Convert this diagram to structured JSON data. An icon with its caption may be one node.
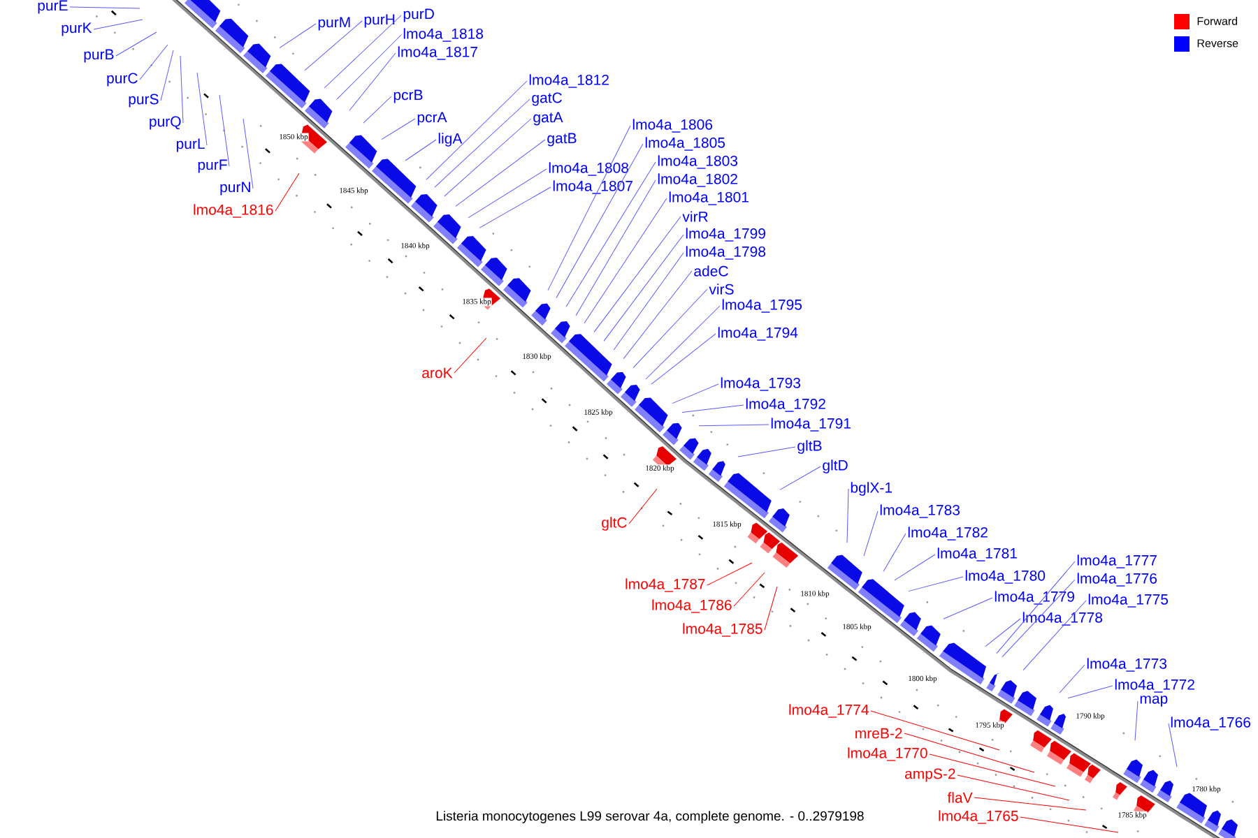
{
  "diagram": {
    "caption": "Listeria monocytogenes L99 serovar 4a, complete genome. - 0..2979198",
    "nodes": [
      {
        "text": [
          "purE"
        ]
      },
      {
        "text": [
          "purK"
        ]
      },
      {
        "text": [
          "purB"
        ]
      },
      {
        "text": [
          "purC"
        ]
      },
      {
        "text": [
          "purS"
        ]
      },
      {
        "text": [
          "purQ"
        ]
      },
      {
        "text": [
          "purL"
        ]
      },
      {
        "text": [
          "purF"
        ]
      },
      {
        "text": [
          "purN"
        ]
      },
      {
        "text": [
          "lmo4a_1816"
        ]
      },
      {
        "text": [
          "purM"
        ]
      },
      {
        "text": [
          "purH"
        ]
      },
      {
        "text": [
          "purD"
        ]
      },
      {
        "text": [
          "lmo4a_1818"
        ]
      },
      {
        "text": [
          "lmo4a_1817"
        ]
      },
      {
        "text": [
          "pcrB"
        ]
      },
      {
        "text": [
          "pcrA"
        ]
      },
      {
        "text": [
          "ligA"
        ]
      },
      {
        "text": [
          "lmo4a_1812"
        ]
      },
      {
        "text": [
          "gatC"
        ]
      },
      {
        "text": [
          "gatA"
        ]
      },
      {
        "text": [
          "gatB"
        ]
      },
      {
        "text": [
          "lmo4a_1808"
        ]
      },
      {
        "text": [
          "lmo4a_1807"
        ]
      },
      {
        "text": [
          "lmo4a_1806"
        ]
      },
      {
        "text": [
          "lmo4a_1805"
        ]
      },
      {
        "text": [
          "lmo4a_1803"
        ]
      },
      {
        "text": [
          "lmo4a_1802"
        ]
      },
      {
        "text": [
          "lmo4a_1801"
        ]
      },
      {
        "text": [
          "virR"
        ]
      },
      {
        "text": [
          "lmo4a_1799"
        ]
      },
      {
        "text": [
          "lmo4a_1798"
        ]
      },
      {
        "text": [
          "adeC"
        ]
      },
      {
        "text": [
          "virS"
        ]
      },
      {
        "text": [
          "lmo4a_1795"
        ]
      },
      {
        "text": [
          "lmo4a_1794"
        ]
      },
      {
        "text": [
          "lmo4a_1793"
        ]
      },
      {
        "text": [
          "lmo4a_1792"
        ]
      },
      {
        "text": [
          "lmo4a_1791"
        ]
      },
      {
        "text": [
          "gltB"
        ]
      },
      {
        "text": [
          "gltD"
        ]
      },
      {
        "text": [
          "bglX-1"
        ]
      },
      {
        "text": [
          "lmo4a_1783"
        ]
      },
      {
        "text": [
          "lmo4a_1782"
        ]
      },
      {
        "text": [
          "lmo4a_1781"
        ]
      },
      {
        "text": [
          "lmo4a_1780"
        ]
      },
      {
        "text": [
          "lmo4a_1779"
        ]
      },
      {
        "text": [
          "lmo4a_1778"
        ]
      },
      {
        "text": [
          "lmo4a_1777"
        ]
      },
      {
        "text": [
          "lmo4a_1776"
        ]
      },
      {
        "text": [
          "lmo4a_1775"
        ]
      },
      {
        "text": [
          "lmo4a_1773"
        ]
      },
      {
        "text": [
          "lmo4a_1772"
        ]
      },
      {
        "text": [
          "map"
        ]
      },
      {
        "text": [
          "lmo4a_1766"
        ]
      },
      {
        "text": [
          "aroK"
        ]
      },
      {
        "text": [
          "gltC"
        ]
      },
      {
        "text": [
          "lmo4a_1787"
        ]
      },
      {
        "text": [
          "lmo4a_1786"
        ]
      },
      {
        "text": [
          "lmo4a_1785"
        ]
      },
      {
        "text": [
          "lmo4a_1774"
        ]
      },
      {
        "text": [
          "mreB-2"
        ]
      },
      {
        "text": [
          "lmo4a_1770"
        ]
      },
      {
        "text": [
          "ampS-2"
        ]
      },
      {
        "text": [
          "flaV"
        ]
      },
      {
        "text": [
          "lmo4a_1765"
        ]
      }
    ],
    "edges": [
      {
        "from": 0,
        "to": null,
        "arrow": "none"
      },
      {
        "from": 1,
        "to": null,
        "arrow": "none"
      },
      {
        "from": 2,
        "to": null,
        "arrow": "none"
      },
      {
        "from": 3,
        "to": null,
        "arrow": "none"
      },
      {
        "from": 4,
        "to": null,
        "arrow": "none"
      },
      {
        "from": 5,
        "to": null,
        "arrow": "none"
      },
      {
        "from": 6,
        "to": null,
        "arrow": "none"
      },
      {
        "from": 7,
        "to": null,
        "arrow": "none"
      },
      {
        "from": 8,
        "to": null,
        "arrow": "none"
      },
      {
        "from": 9,
        "to": null,
        "arrow": "none",
        "color": "#ff0000"
      },
      {
        "from": 10,
        "to": null,
        "arrow": "none"
      },
      {
        "from": 11,
        "to": null,
        "arrow": "none"
      },
      {
        "from": 12,
        "to": null,
        "arrow": "none"
      },
      {
        "from": 13,
        "to": null,
        "arrow": "none"
      },
      {
        "from": 14,
        "to": null,
        "arrow": "none"
      },
      {
        "from": 15,
        "to": null,
        "arrow": "none"
      },
      {
        "from": 16,
        "to": null,
        "arrow": "none"
      },
      {
        "from": 17,
        "to": null,
        "arrow": "none"
      },
      {
        "from": 18,
        "to": null,
        "arrow": "none"
      },
      {
        "from": 19,
        "to": null,
        "arrow": "none"
      },
      {
        "from": 20,
        "to": null,
        "arrow": "none"
      },
      {
        "from": 21,
        "to": null,
        "arrow": "none"
      },
      {
        "from": 22,
        "to": null,
        "arrow": "none"
      },
      {
        "from": 23,
        "to": null,
        "arrow": "none"
      },
      {
        "from": 24,
        "to": null,
        "arrow": "none"
      },
      {
        "from": 25,
        "to": null,
        "arrow": "none"
      },
      {
        "from": 26,
        "to": null,
        "arrow": "none"
      },
      {
        "from": 27,
        "to": null,
        "arrow": "none"
      },
      {
        "from": 28,
        "to": null,
        "arrow": "none"
      },
      {
        "from": 29,
        "to": null,
        "arrow": "none"
      },
      {
        "from": 30,
        "to": null,
        "arrow": "none"
      },
      {
        "from": 31,
        "to": null,
        "arrow": "none"
      },
      {
        "from": 32,
        "to": null,
        "arrow": "none"
      },
      {
        "from": 33,
        "to": null,
        "arrow": "none"
      },
      {
        "from": 34,
        "to": null,
        "arrow": "none"
      },
      {
        "from": 35,
        "to": null,
        "arrow": "none"
      },
      {
        "from": 36,
        "to": null,
        "arrow": "none"
      },
      {
        "from": 37,
        "to": null,
        "arrow": "none"
      },
      {
        "from": 38,
        "to": null,
        "arrow": "none"
      },
      {
        "from": 39,
        "to": null,
        "arrow": "none"
      },
      {
        "from": 40,
        "to": null,
        "arrow": "none"
      },
      {
        "from": 41,
        "to": null,
        "arrow": "none"
      },
      {
        "from": 42,
        "to": null,
        "arrow": "none"
      },
      {
        "from": 43,
        "to": null,
        "arrow": "none"
      },
      {
        "from": 44,
        "to": null,
        "arrow": "none"
      },
      {
        "from": 45,
        "to": null,
        "arrow": "none"
      },
      {
        "from": 46,
        "to": null,
        "arrow": "none"
      },
      {
        "from": 47,
        "to": null,
        "arrow": "none"
      },
      {
        "from": 48,
        "to": null,
        "arrow": "none"
      },
      {
        "from": 49,
        "to": null,
        "arrow": "none"
      },
      {
        "from": 50,
        "to": null,
        "arrow": "none"
      },
      {
        "from": 51,
        "to": null,
        "arrow": "none"
      },
      {
        "from": 52,
        "to": null,
        "arrow": "none"
      },
      {
        "from": 53,
        "to": null,
        "arrow": "none"
      },
      {
        "from": 54,
        "to": null,
        "arrow": "none"
      },
      {
        "from": 55,
        "to": null,
        "arrow": "none",
        "color": "#ff0000"
      },
      {
        "from": 56,
        "to": null,
        "arrow": "none",
        "color": "#ff0000"
      },
      {
        "from": 57,
        "to": null,
        "arrow": "none",
        "color": "#ff0000"
      },
      {
        "from": 58,
        "to": null,
        "arrow": "none",
        "color": "#ff0000"
      },
      {
        "from": 59,
        "to": null,
        "arrow": "none",
        "color": "#ff0000"
      },
      {
        "from": 60,
        "to": null,
        "arrow": "none",
        "color": "#ff0000"
      },
      {
        "from": 61,
        "to": null,
        "arrow": "none",
        "color": "#ff0000"
      },
      {
        "from": 62,
        "to": null,
        "arrow": "none",
        "color": "#ff0000"
      },
      {
        "from": 63,
        "to": null,
        "arrow": "none",
        "color": "#ff0000"
      },
      {
        "from": 64,
        "to": null,
        "arrow": "none",
        "color": "#ff0000"
      },
      {
        "from": 65,
        "to": null,
        "arrow": "none",
        "color": "#ff0000"
      }
    ],
    "labels": [
      "1850 kbp",
      "1845 kbp",
      "1840 kbp",
      "1835 kbp",
      "1830 kbp",
      "1825 kbp",
      "1820 kbp",
      "1815 kbp",
      "1810 kbp",
      "1805 kbp",
      "1800 kbp",
      "1795 kbp",
      "1790 kbp",
      "1785 kbp",
      "1780 kbp"
    ],
    "legend": [
      {
        "text": "Forward",
        "color": "#ff0000"
      },
      {
        "text": "Reverse",
        "color": "#0000ff"
      }
    ]
  }
}
